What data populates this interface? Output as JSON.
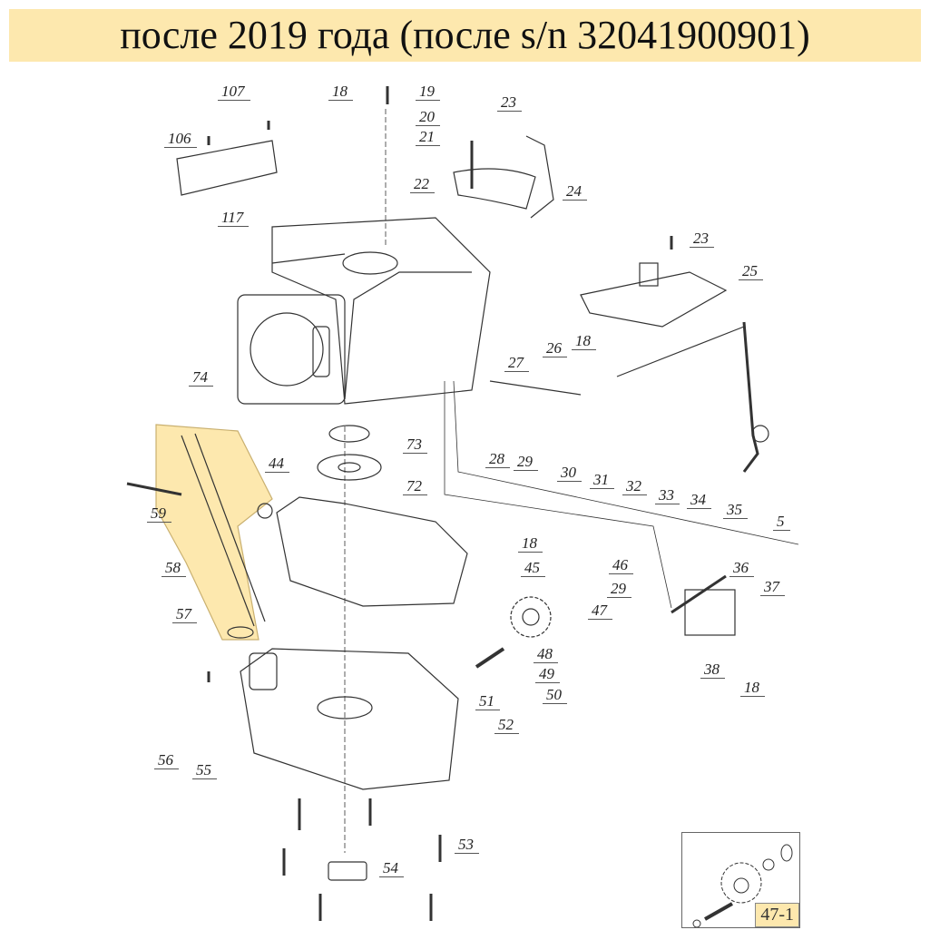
{
  "title": "после 2019 года (после s/n 32041900901)",
  "labels": [
    "107",
    "18",
    "19",
    "23",
    "106",
    "20",
    "21",
    "22",
    "24",
    "117",
    "23",
    "25",
    "26",
    "18",
    "27",
    "74",
    "73",
    "72",
    "44",
    "59",
    "28",
    "29",
    "30",
    "31",
    "32",
    "33",
    "34",
    "35",
    "5",
    "58",
    "57",
    "18",
    "45",
    "46",
    "29",
    "47",
    "36",
    "37",
    "48",
    "49",
    "50",
    "51",
    "52",
    "38",
    "18",
    "56",
    "55",
    "53",
    "54"
  ],
  "inset": {
    "label": "47-1"
  },
  "colors": {
    "highlight": "#fde8ae",
    "line": "#333333"
  }
}
